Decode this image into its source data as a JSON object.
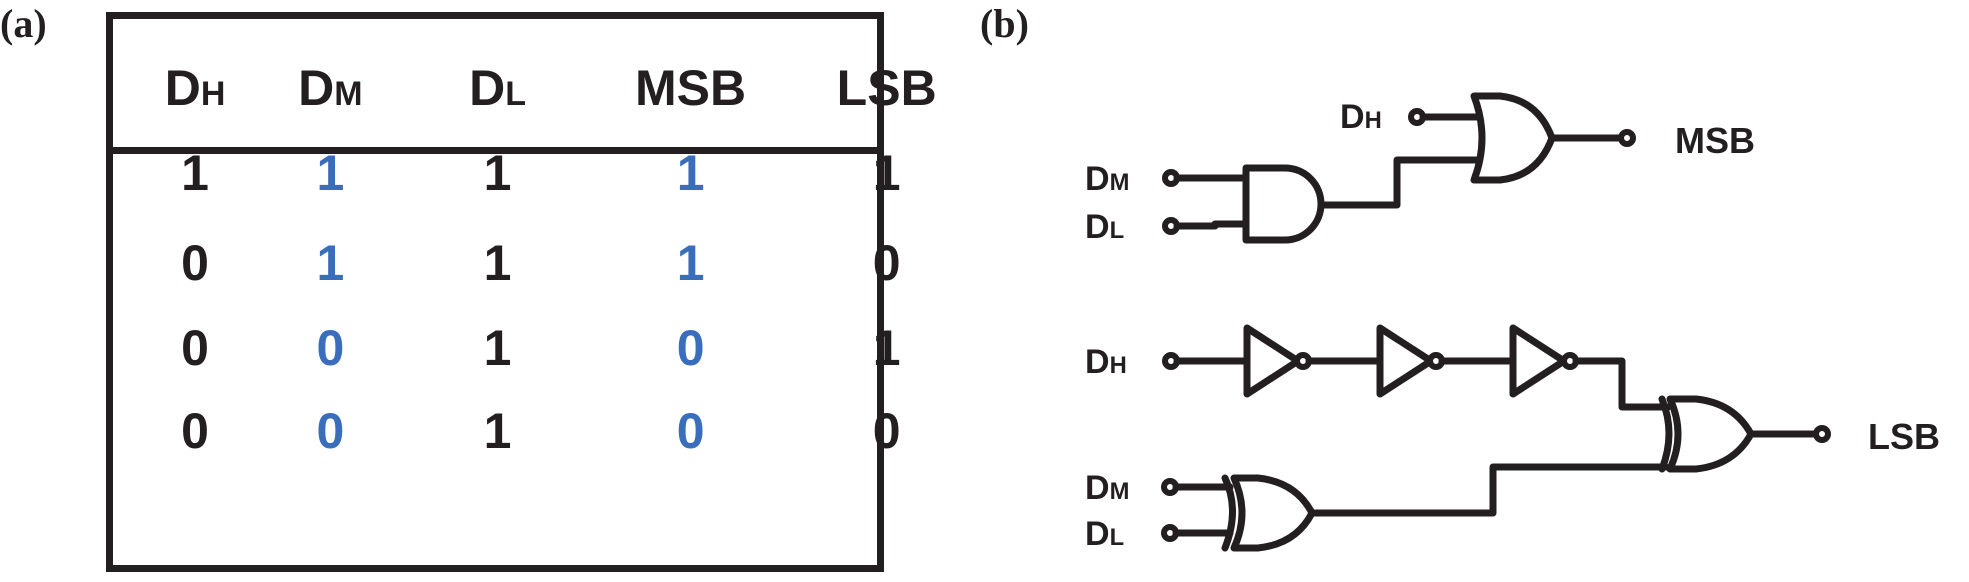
{
  "panels": {
    "a_label": "(a)",
    "b_label": "(b)"
  },
  "truth_table": {
    "headers": [
      {
        "main": "D",
        "sub": "H"
      },
      {
        "main": "D",
        "sub": "M"
      },
      {
        "main": "D",
        "sub": "L"
      },
      {
        "main": "MSB",
        "sub": ""
      },
      {
        "main": "LSB",
        "sub": ""
      }
    ],
    "highlight_columns": [
      1,
      3
    ],
    "highlight_color": "#3a6dbb",
    "rows": [
      [
        "1",
        "1",
        "1",
        "1",
        "1"
      ],
      [
        "0",
        "1",
        "1",
        "1",
        "0"
      ],
      [
        "0",
        "0",
        "1",
        "0",
        "1"
      ],
      [
        "0",
        "0",
        "1",
        "0",
        "0"
      ]
    ]
  },
  "circuit": {
    "msb_section": {
      "inputs": [
        {
          "main": "D",
          "sub": "H"
        },
        {
          "main": "D",
          "sub": "M"
        },
        {
          "main": "D",
          "sub": "L"
        }
      ],
      "gates": [
        "AND",
        "OR"
      ],
      "output": "MSB"
    },
    "lsb_section": {
      "inputs": [
        {
          "main": "D",
          "sub": "H"
        },
        {
          "main": "D",
          "sub": "M"
        },
        {
          "main": "D",
          "sub": "L"
        }
      ],
      "gates": [
        "NOT",
        "NOT",
        "NOT",
        "XOR",
        "XOR"
      ],
      "output": "LSB"
    }
  }
}
